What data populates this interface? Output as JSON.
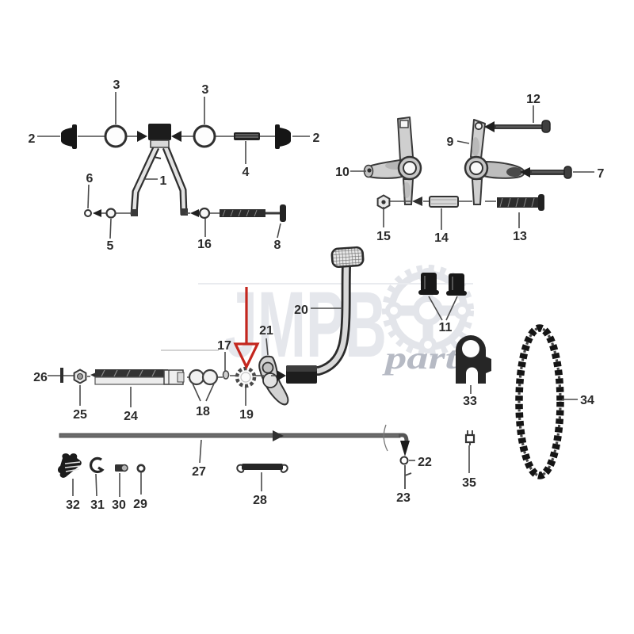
{
  "watermark": {
    "brand": "JMPB",
    "suffix": "parts"
  },
  "colors": {
    "highlight_arrow": "#c4271f",
    "ink": "#2b2b2b",
    "watermark_text": "#e5e7ec",
    "watermark_script": "#b6bac4"
  },
  "labels": {
    "p1": "1",
    "p2_left": "2",
    "p2_right": "2",
    "p3_left": "3",
    "p3_right": "3",
    "p4": "4",
    "p5": "5",
    "p6": "6",
    "p7": "7",
    "p8": "8",
    "p9": "9",
    "p10": "10",
    "p11": "11",
    "p12": "12",
    "p13": "13",
    "p14": "14",
    "p15": "15",
    "p16": "16",
    "p17": "17",
    "p18": "18",
    "p19": "19",
    "p20": "20",
    "p21": "21",
    "p22": "22",
    "p23": "23",
    "p24": "24",
    "p25": "25",
    "p26": "26",
    "p27": "27",
    "p28": "28",
    "p29": "29",
    "p30": "30",
    "p31": "31",
    "p32": "32",
    "p33": "33",
    "p34": "34",
    "p35": "35"
  }
}
